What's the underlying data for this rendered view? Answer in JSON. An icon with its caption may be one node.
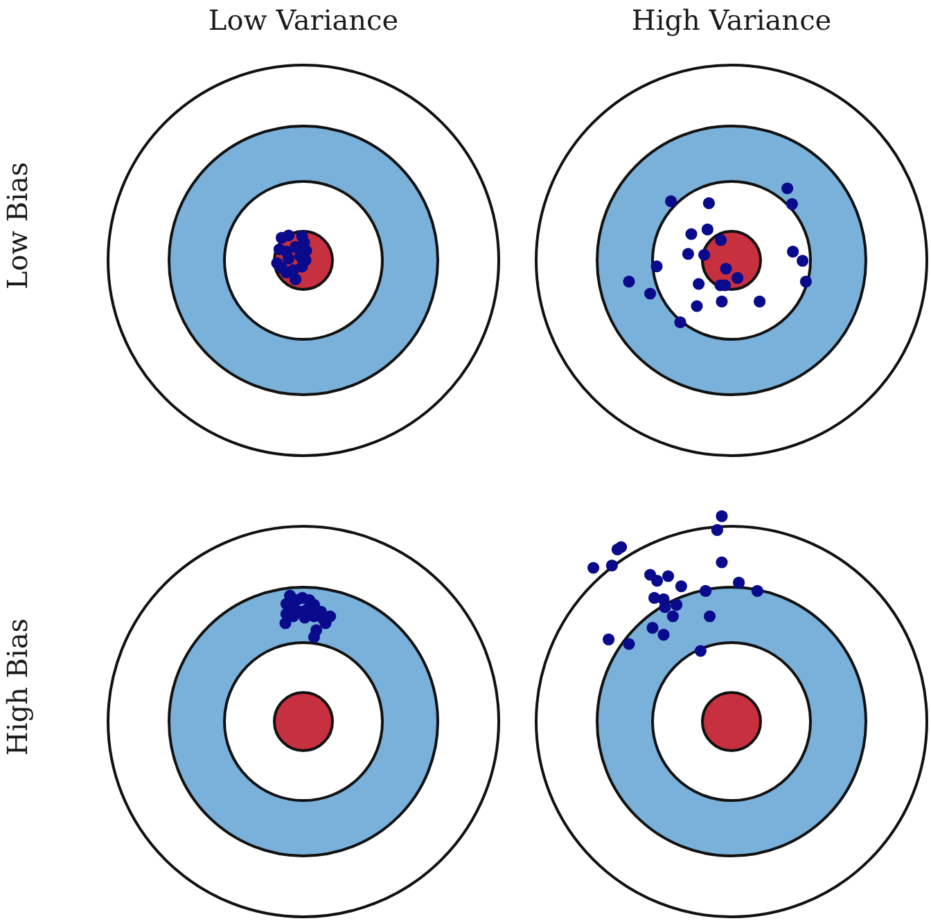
{
  "diagram": {
    "labels": [
      "Low Variance",
      "High Variance",
      "Low Bias",
      "High Bias"
    ]
  }
}
